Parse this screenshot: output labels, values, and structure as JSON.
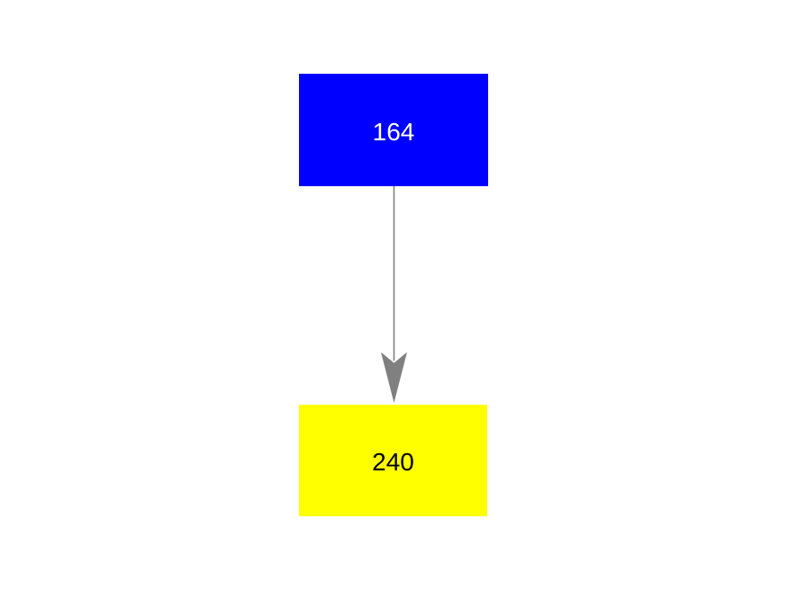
{
  "diagram": {
    "background_color": "#ffffff",
    "nodes": [
      {
        "id": "blue-node",
        "label": "164",
        "shape": "rectangle",
        "fill_color": "#0000ff",
        "text_color": "#ffffff"
      },
      {
        "id": "yellow-node",
        "label": "240",
        "shape": "rectangle",
        "fill_color": "#ffff00",
        "text_color": "#000000"
      }
    ],
    "edges": [
      {
        "from": "blue-node",
        "to": "yellow-node",
        "direction": "down",
        "color": "#808080",
        "arrowhead": "vee"
      }
    ]
  }
}
